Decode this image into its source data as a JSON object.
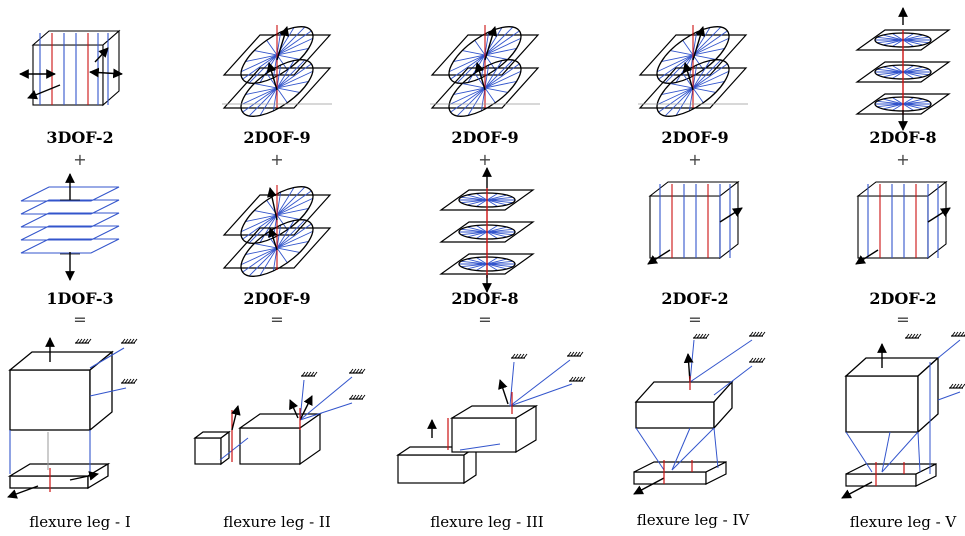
{
  "columns": [
    {
      "top_label": "3DOF-2",
      "op1": "+",
      "mid_label": "1DOF-3",
      "op2": "=",
      "caption": "flexure leg - I"
    },
    {
      "top_label": "2DOF-9",
      "op1": "+",
      "mid_label": "2DOF-9",
      "op2": "=",
      "caption": "flexure leg - II"
    },
    {
      "top_label": "2DOF-9",
      "op1": "+",
      "mid_label": "2DOF-8",
      "op2": "=",
      "caption": "flexure leg - III"
    },
    {
      "top_label": "2DOF-9",
      "op1": "+",
      "mid_label": "2DOF-2",
      "op2": "=",
      "caption": "flexure leg - IV"
    },
    {
      "top_label": "2DOF-8",
      "op1": "+",
      "mid_label": "2DOF-2",
      "op2": "=",
      "caption": "flexure leg - V"
    }
  ],
  "colors": {
    "line": "#000000",
    "blue": "#3355cc",
    "red": "#cc1111",
    "gray": "#999999"
  }
}
